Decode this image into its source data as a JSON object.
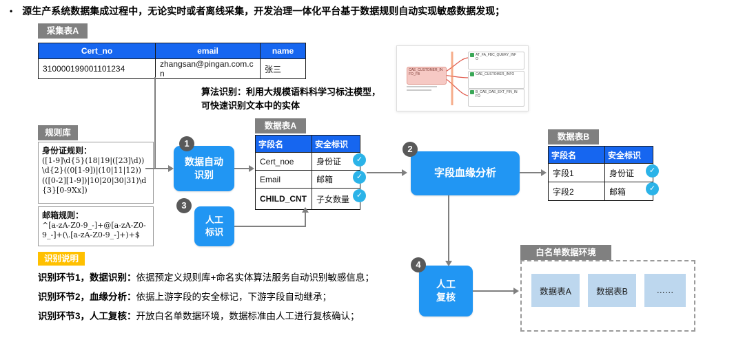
{
  "colors": {
    "header_blue": "#1666f0",
    "process_blue": "#2196f3",
    "gray_label": "#808080",
    "check_blue": "#2bb3e8",
    "note_orange": "#ffc000",
    "whitelist_item_blue": "#bdd7ee"
  },
  "icons": {
    "check": "✓",
    "bullet": "•"
  },
  "intro": {
    "text": "源生产系统数据集成过程中，无论实时或者离线采集，开发治理一体化平台基于数据规则自动实现敏感数据发现；"
  },
  "collect_table": {
    "title": "采集表A",
    "headers": [
      "Cert_no",
      "email",
      "name"
    ],
    "rows": [
      [
        "310000199001101234",
        "zhangsan@pingan.com.cn",
        "张三"
      ]
    ]
  },
  "algo_note": {
    "line1": "算法识别：利用大规模语料科学习标注模型，",
    "line2": "可快速识别文本中的实体"
  },
  "rule_lib": {
    "title": "规则库",
    "id_rule_title": "身份证规则：",
    "id_rule_body": "([1-9]\\d{5}(18|19|([23]\\d))\\d{2}((0[1-9])|(10|11|12))(([0-2][1-9])|10|20|30|31)\\d{3}[0-9Xx])",
    "email_rule_title": "邮箱规则：",
    "email_rule_body": "^[a-zA-Z0-9_-]+@[a-zA-Z0-9_-]+(\\.[a-zA-Z0-9_-]+)+$"
  },
  "steps": {
    "auto": {
      "num": "1",
      "line1": "数据自动",
      "line2": "识别"
    },
    "lineage": {
      "num": "2",
      "label": "字段血缘分析"
    },
    "manual_tag": {
      "num": "3",
      "line1": "人工",
      "line2": "标识"
    },
    "review": {
      "num": "4",
      "line1": "人工",
      "line2": "复核"
    }
  },
  "table_a": {
    "title": "数据表A",
    "headers": [
      "字段名",
      "安全标识"
    ],
    "rows": [
      {
        "field": "Cert_noe",
        "tag": "身份证"
      },
      {
        "field": "Email",
        "tag": "邮箱"
      },
      {
        "field": "CHILD_CNT",
        "tag": "子女数量"
      }
    ]
  },
  "table_b": {
    "title": "数据表B",
    "headers": [
      "字段名",
      "安全标识"
    ],
    "rows": [
      {
        "field": "字段1",
        "tag": "身份证"
      },
      {
        "field": "字段2",
        "tag": "邮箱"
      }
    ]
  },
  "lineage_thumb": {
    "source_node": "CAE_CUSTOMER_INFO_FB",
    "target_nodes": [
      "AT_FA_FBC_QUERY_INFO",
      "CAE_CUSTOMER_INFO",
      "B_CAE_DAE_EXT_FIN_INFO"
    ]
  },
  "whitelist": {
    "title": "白名单数据环境",
    "items": [
      "数据表A",
      "数据表B",
      "……"
    ]
  },
  "notes": {
    "title": "识别说明",
    "items": [
      {
        "lead": "识别环节1，数据识别：",
        "body": "依据预定义规则库+命名实体算法服务自动识别敏感信息；"
      },
      {
        "lead": "识别环节2，血缘分析：",
        "body": "依据上游字段的安全标记，下游字段自动继承；"
      },
      {
        "lead": "识别环节3，人工复核：",
        "body": "开放白名单数据环境，数据标准由人工进行复核确认；"
      }
    ]
  }
}
